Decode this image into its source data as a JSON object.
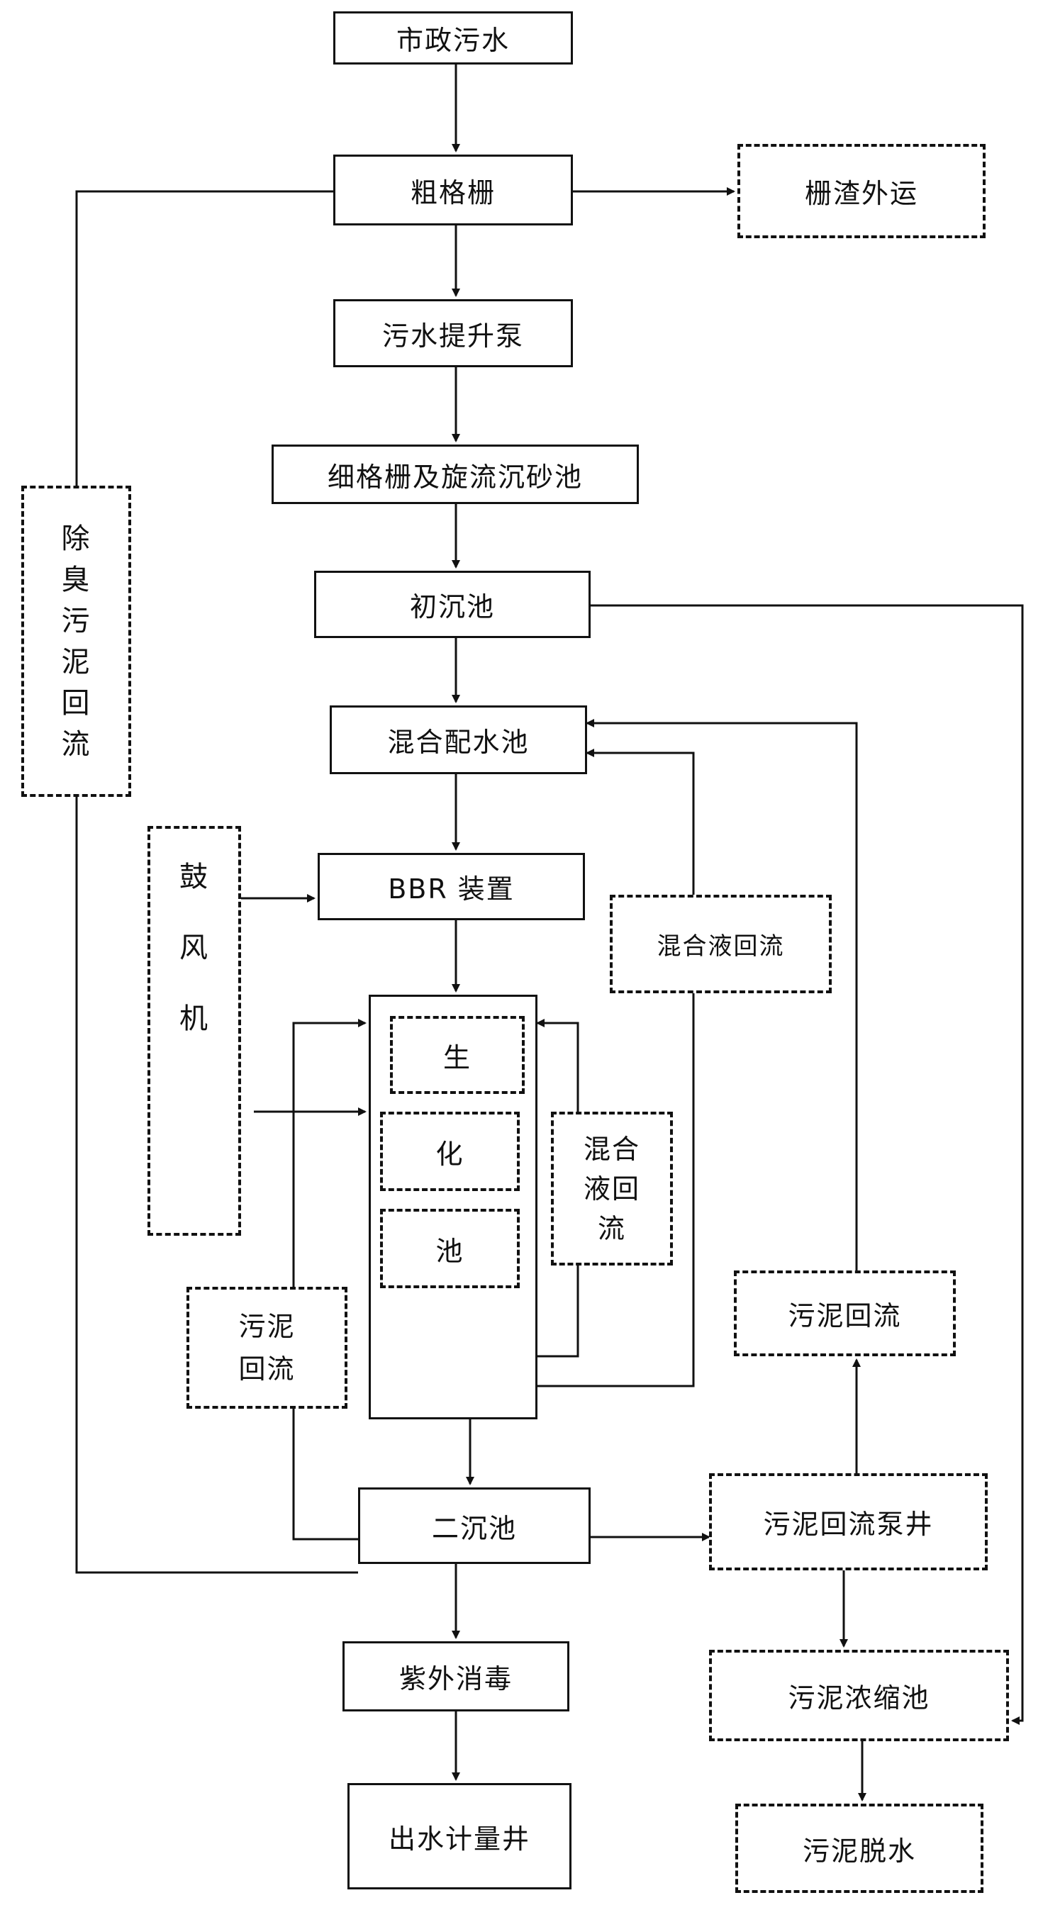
{
  "nodes": {
    "municipal_sewage": "市政污水",
    "coarse_screen": "粗格栅",
    "screenings_outbound": "栅渣外运",
    "sewage_lift_pump": "污水提升泵",
    "fine_screen_grit": "细格栅及旋流沉砂池",
    "primary_clarifier": "初沉池",
    "mixing_distribution": "混合配水池",
    "bbr_device": "BBR 装置",
    "mixed_liquor_return_1": "混合液回流",
    "biochemical_1": "生",
    "biochemical_2": "化",
    "biochemical_3": "池",
    "mixed_liquor_return_2": [
      "混合",
      "液回",
      "流"
    ],
    "sludge_return_left": [
      "污泥",
      "回流"
    ],
    "sludge_return_right": "污泥回流",
    "secondary_clarifier": "二沉池",
    "sludge_return_pump_well": "污泥回流泵井",
    "uv_disinfection": "紫外消毒",
    "sludge_thickener": "污泥浓缩池",
    "effluent_meter_well": "出水计量井",
    "sludge_dewatering": "污泥脱水",
    "deodor_sludge_return": [
      "除",
      "臭",
      "污",
      "泥",
      "回",
      "流"
    ],
    "blower": [
      "鼓",
      "风",
      "机"
    ]
  }
}
